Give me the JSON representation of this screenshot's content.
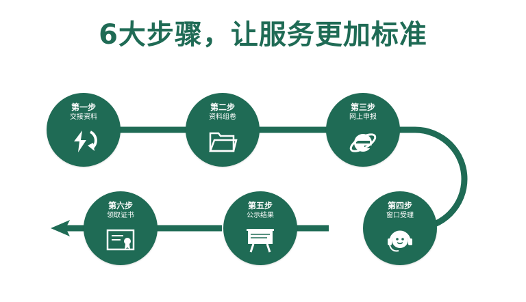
{
  "title": "6大步骤，让服务更加标准",
  "colors": {
    "primary": "#1f6b55",
    "background": "#ffffff",
    "text": "#ffffff"
  },
  "steps": [
    {
      "num": "第一步",
      "desc": "交接资料",
      "icon": "exchange-arrows-icon"
    },
    {
      "num": "第二步",
      "desc": "资料组卷",
      "icon": "folder-icon"
    },
    {
      "num": "第三步",
      "desc": "网上申报",
      "icon": "internet-explorer-icon"
    },
    {
      "num": "第四步",
      "desc": "窗口受理",
      "icon": "headset-agent-icon"
    },
    {
      "num": "第五步",
      "desc": "公示结果",
      "icon": "presentation-board-icon"
    },
    {
      "num": "第六步",
      "desc": "领取证书",
      "icon": "certificate-icon"
    }
  ]
}
